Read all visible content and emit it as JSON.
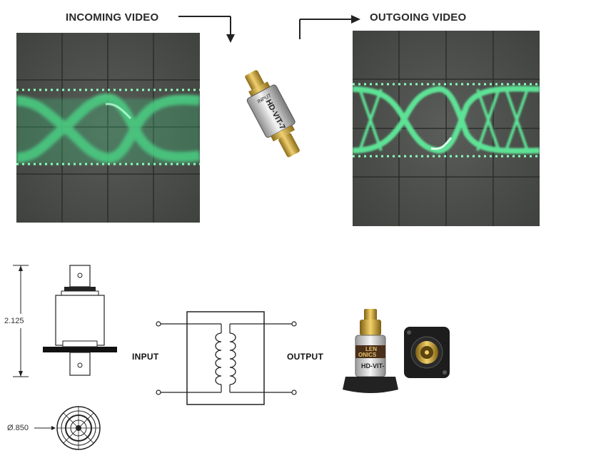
{
  "headings": {
    "incoming": "INCOMING VIDEO",
    "outgoing": "OUTGOING VIDEO"
  },
  "device": {
    "input_tag": "INPUT",
    "model": "HD-VIT-7"
  },
  "drawing": {
    "height_dim": "2.125",
    "diameter_dim": "Ø.850"
  },
  "schematic": {
    "input_label": "INPUT",
    "output_label": "OUTPUT"
  },
  "product": {
    "brand_partial": "LEN",
    "brand_line2": "ONICS",
    "model": "HD-VIT-"
  },
  "colors": {
    "trace": "#7dffb0",
    "scope_bg": "#4a4d49",
    "grid": "#2e312e",
    "brass": "#c8a23a"
  }
}
